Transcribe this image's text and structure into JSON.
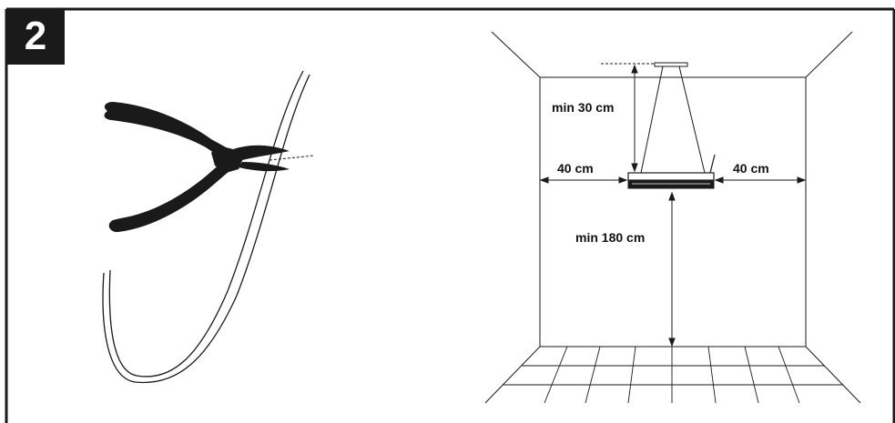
{
  "step": {
    "number": "2"
  },
  "dimensions": {
    "ceiling_clearance": "min 30 cm",
    "left_clearance": "40 cm",
    "right_clearance": "40 cm",
    "floor_clearance": "min 180 cm"
  },
  "colors": {
    "ink": "#1a1a1a",
    "background": "#ffffff"
  },
  "icons": {
    "left_panel": "wire-cutter-pliers-icon",
    "right_panel": "hanging-heater-room-icon"
  }
}
